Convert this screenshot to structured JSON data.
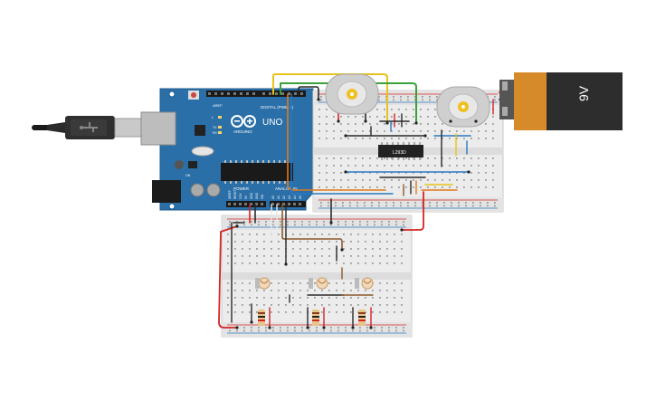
{
  "arduino": {
    "brand_label": "UNO",
    "sub_label": "ARDUINO",
    "digital_header": "DIGITAL (PWM ~)",
    "power_header": "POWER",
    "analog_header": "ANALOG IN",
    "aref_label": "AREF",
    "tx_label": "TX",
    "rx_label": "RX",
    "on_label": "ON",
    "l_label": "L",
    "power_pins": [
      "IOREF",
      "RESET",
      "3.3V",
      "5V",
      "GND",
      "GND",
      "VIN"
    ],
    "analog_pins": [
      "A0",
      "A1",
      "A2",
      "A3",
      "A4",
      "A5"
    ],
    "board_color": "#2a6fa8"
  },
  "battery": {
    "label": "9V",
    "body_color": "#2d2d2d",
    "band_color": "#d68a2a"
  },
  "driver_ic": {
    "label": "L293D"
  },
  "wire_colors": {
    "red": "#d62424",
    "black": "#2a2a2a",
    "yellow": "#e8c21a",
    "green": "#3aa23a",
    "orange": "#e07a1a",
    "blue": "#2a7ac0",
    "brown": "#8a5a2a",
    "white": "#e8e8e8"
  },
  "components": {
    "motors": 2,
    "photoresistors": 3,
    "resistors": 3,
    "breadboards": 2
  }
}
